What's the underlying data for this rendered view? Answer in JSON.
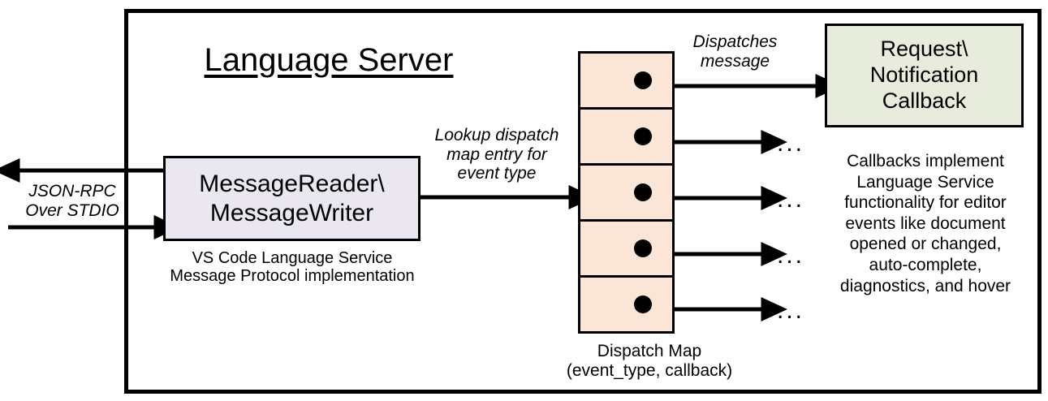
{
  "diagram": {
    "title": "Language Server",
    "outer_border_color": "#000000",
    "background": "#ffffff"
  },
  "message_io": {
    "label": "JSON-RPC\nOver STDIO",
    "outbound_arrow_name": "json-rpc-outbound-arrow",
    "inbound_arrow_name": "json-rpc-inbound-arrow"
  },
  "reader_box": {
    "title": "MessageReader\\\nMessageWriter",
    "caption": "VS Code Language Service\nMessage Protocol implementation",
    "fill": "#eae7f0"
  },
  "lookup_arrow": {
    "label": "Lookup dispatch\nmap entry for\nevent type"
  },
  "dispatch_map": {
    "caption": "Dispatch Map\n(event_type, callback)",
    "fill": "#fbe5d6",
    "rows": [
      {
        "dot": true,
        "out_label": ""
      },
      {
        "dot": true,
        "out_label": "..."
      },
      {
        "dot": true,
        "out_label": "..."
      },
      {
        "dot": true,
        "out_label": "..."
      },
      {
        "dot": true,
        "out_label": "..."
      }
    ]
  },
  "dispatch_arrow": {
    "label": "Dispatches\nmessage"
  },
  "callback_box": {
    "title": "Request\\\nNotification\nCallback",
    "caption": "Callbacks implement\nLanguage Service\nfunctionality for editor\nevents like document\nopened or changed,\nauto-complete,\ndiagnostics, and hover",
    "fill": "#e7ecdc"
  }
}
